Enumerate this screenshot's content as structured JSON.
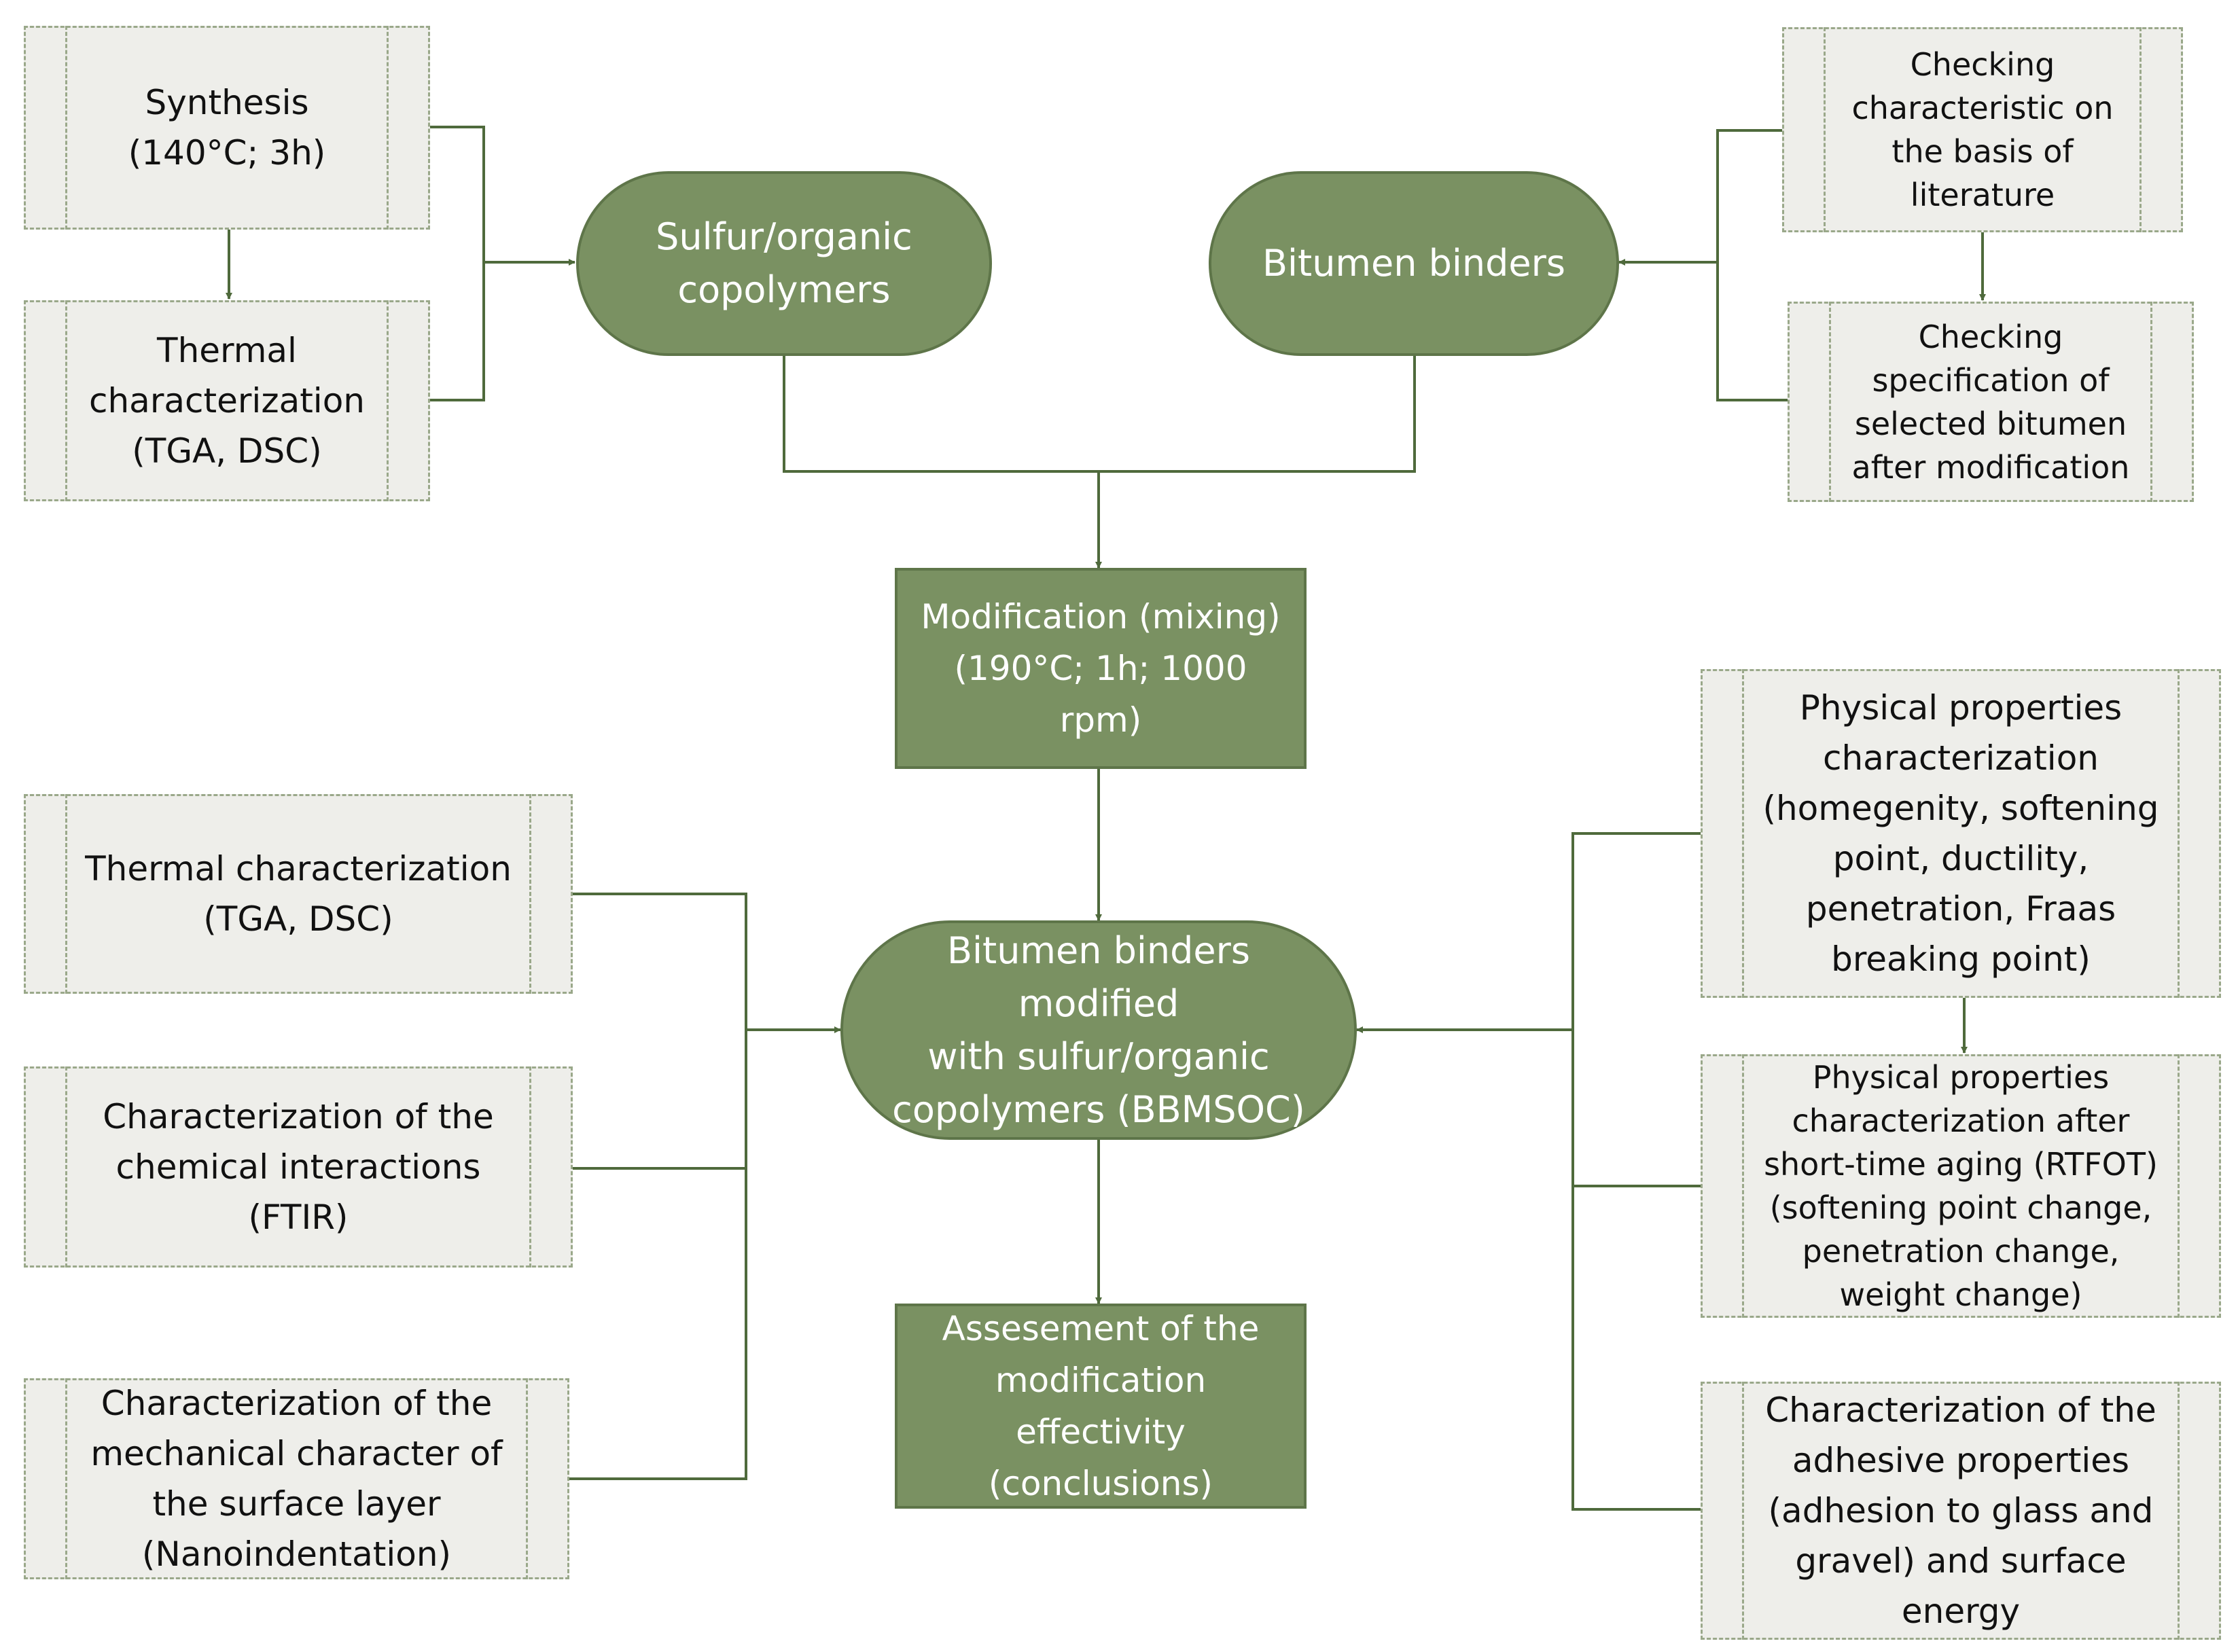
{
  "colors": {
    "box_fill": "#eeeeea",
    "box_border": "#9aa88a",
    "node_fill": "#7a9162",
    "connector": "#4f6a3c"
  },
  "nodes": {
    "synthesis": "Synthesis\n(140°C; 3h)",
    "thermal_char_top": "Thermal\ncharacterization\n(TGA, DSC)",
    "sulfur_copolymers": "Sulfur/organic\ncopolymers",
    "bitumen_binders": "Bitumen binders",
    "checking_literature": "Checking\ncharacteristic on\nthe basis of\nliterature",
    "checking_specification": "Checking\nspecification of\nselected bitumen\nafter modification",
    "modification": "Modification (mixing)\n(190°C; 1h; 1000 rpm)",
    "bbmsoc": "Bitumen binders modified\nwith sulfur/organic\ncopolymers (BBMSOC)",
    "assessment": "Assesement of the\nmodification\neffectivity\n(conclusions)",
    "thermal_char_left": "Thermal characterization\n(TGA, DSC)",
    "chemical_interactions": "Characterization of the\nchemical interactions\n(FTIR)",
    "mechanical_character": "Characterization of the\nmechanical character of\nthe surface layer\n(Nanoindentation)",
    "physical_properties": "Physical properties\ncharacterization\n(homegenity, softening\npoint, ductility,\npenetration, Fraas\nbreaking point)",
    "physical_after_aging": "Physical properties\ncharacterization after\nshort-time aging (RTFOT)\n(softening point change,\npenetration change,\nweight change)",
    "adhesive_properties": "Characterization of the\nadhesive properties\n(adhesion to glass and\ngravel) and surface\nenergy"
  }
}
